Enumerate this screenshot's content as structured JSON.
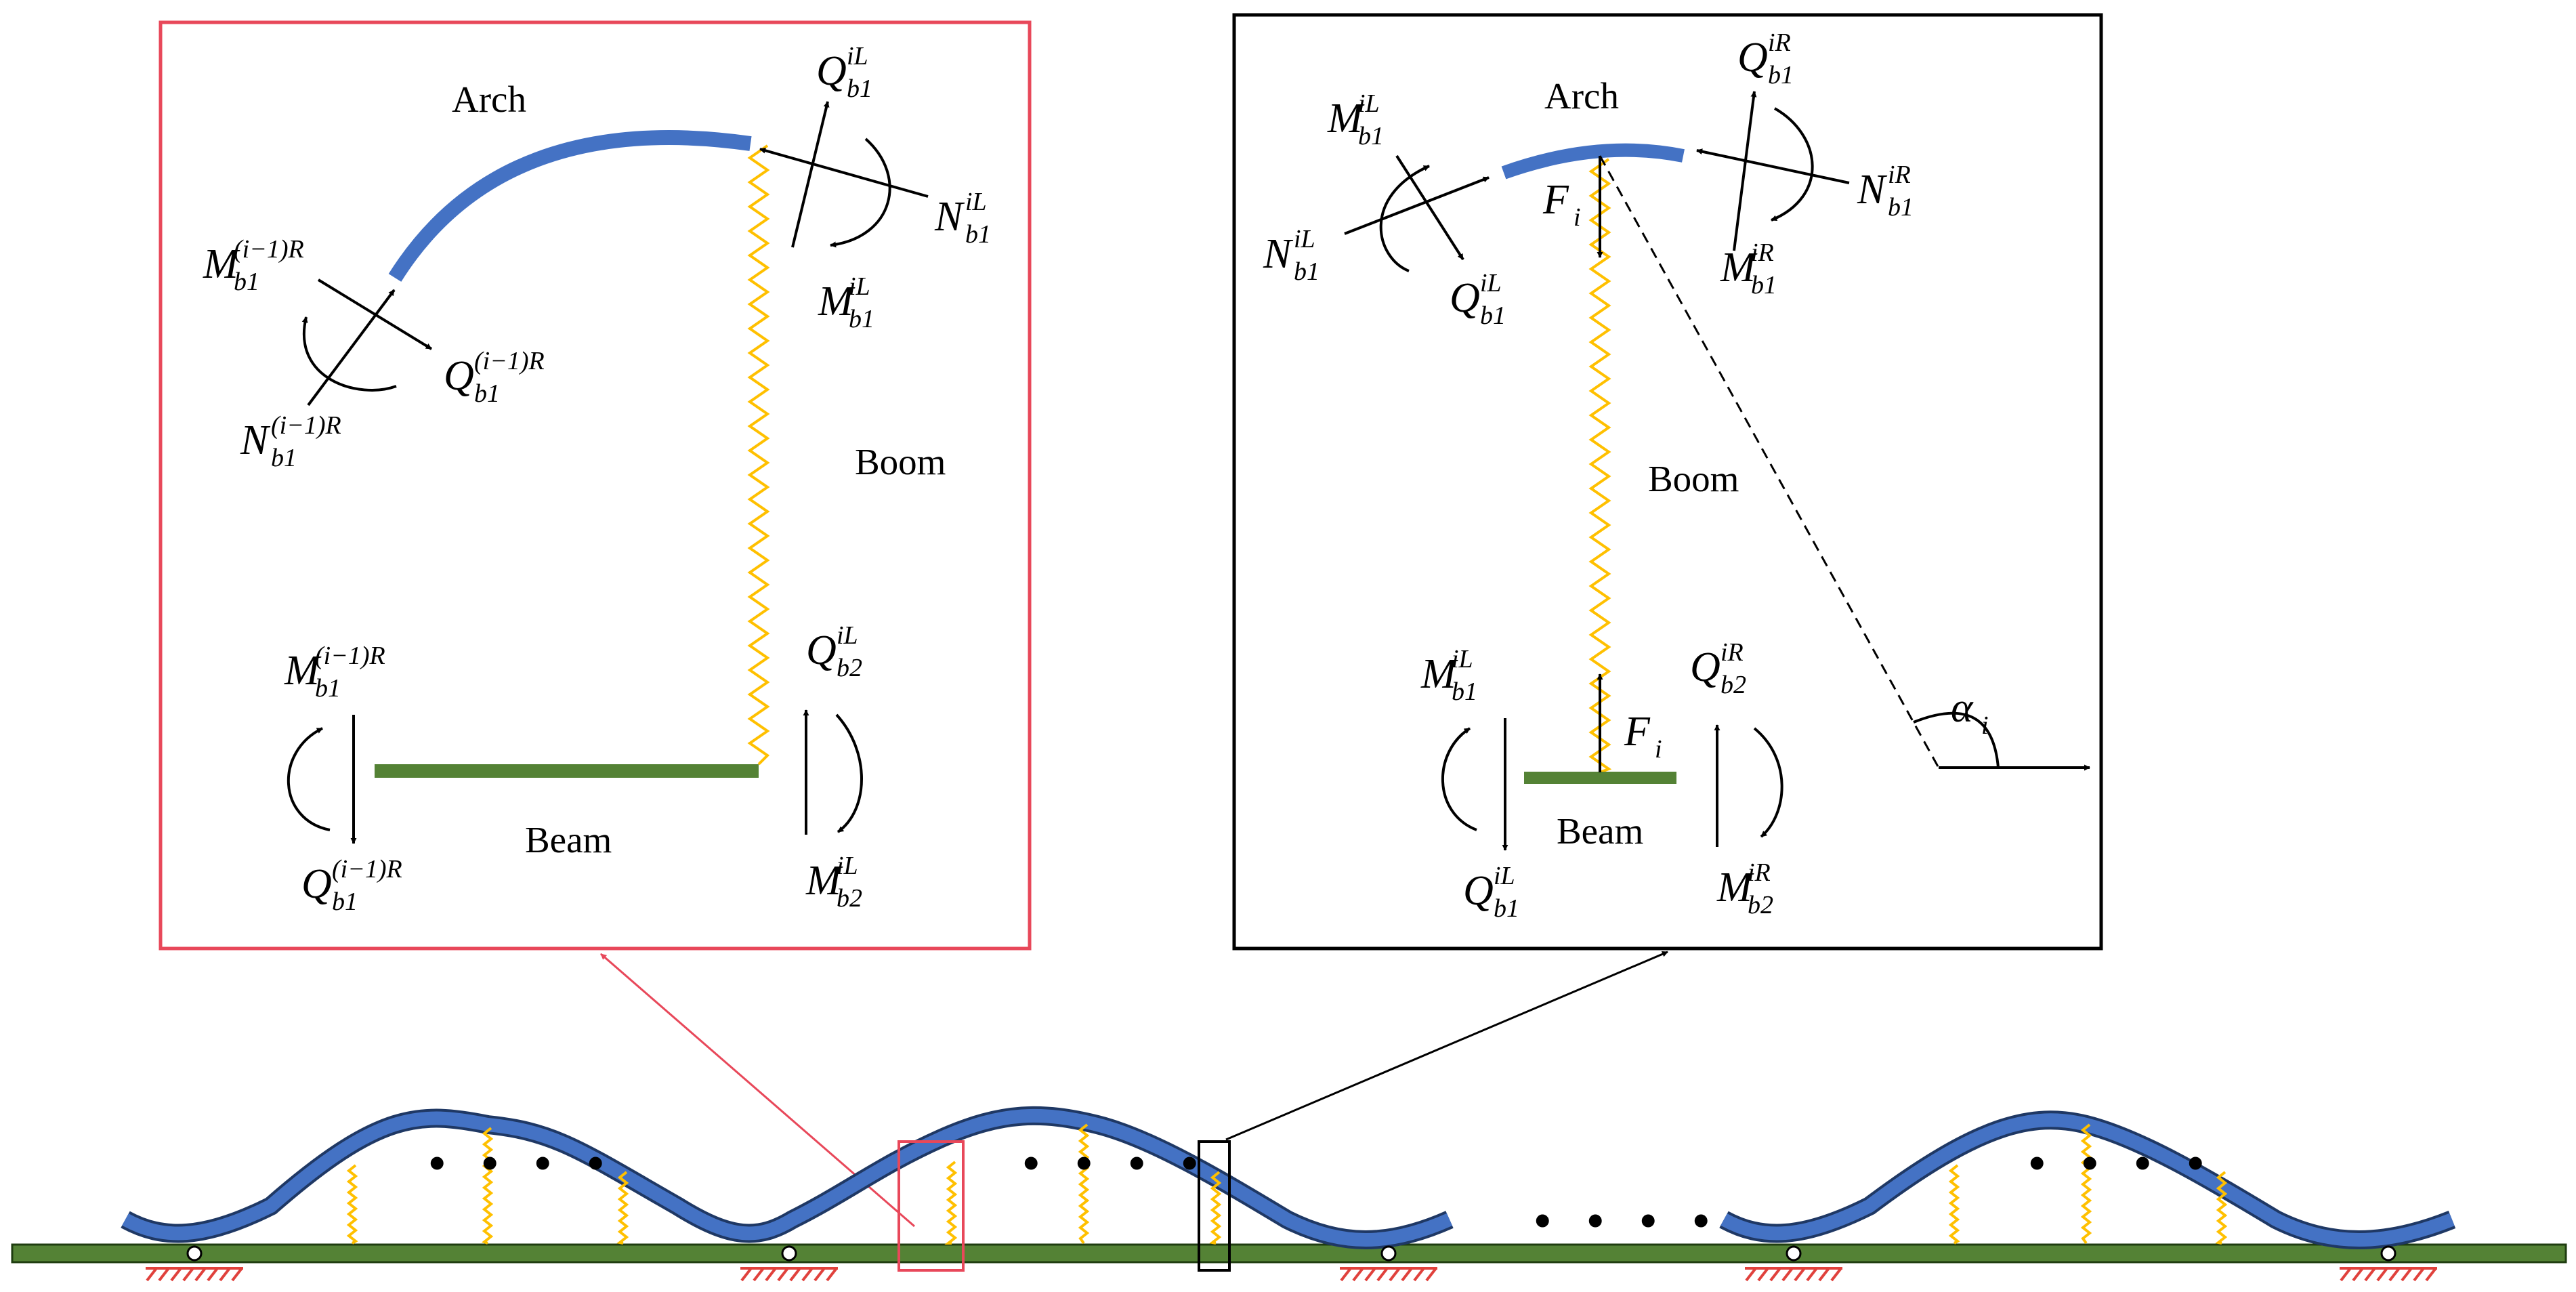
{
  "colors": {
    "arch": "#4472c4",
    "arch_outline": "#1f3864",
    "beam": "#548235",
    "boom": "#ffc000",
    "red_frame": "#e8485a",
    "support_hatch": "#e0413c"
  },
  "left_panel": {
    "arch_label": "Arch",
    "boom_label": "Boom",
    "beam_label": "Beam",
    "forces": {
      "q_b1_iL": {
        "sym": "Q",
        "sub": "b1",
        "sup": "iL"
      },
      "n_b1_iL": {
        "sym": "N",
        "sub": "b1",
        "sup": "iL"
      },
      "m_b1_iL": {
        "sym": "M",
        "sub": "b1",
        "sup": "iL"
      },
      "m_b1_im1R": {
        "sym": "M",
        "sub": "b1",
        "sup": "(i−1)R"
      },
      "q_b1_im1R": {
        "sym": "Q",
        "sub": "b1",
        "sup": "(i−1)R"
      },
      "n_b1_im1R": {
        "sym": "N",
        "sub": "b1",
        "sup": "(i−1)R"
      },
      "m_b1_im1R_beam": {
        "sym": "M",
        "sub": "b1",
        "sup": "(i−1)R"
      },
      "q_b1_im1R_beam": {
        "sym": "Q",
        "sub": "b1",
        "sup": "(i−1)R"
      },
      "q_b2_iL": {
        "sym": "Q",
        "sub": "b2",
        "sup": "iL"
      },
      "m_b2_iL": {
        "sym": "M",
        "sub": "b2",
        "sup": "iL"
      }
    }
  },
  "right_panel": {
    "arch_label": "Arch",
    "boom_label": "Boom",
    "beam_label": "Beam",
    "forces": {
      "m_b1_iL": {
        "sym": "M",
        "sub": "b1",
        "sup": "iL"
      },
      "n_b1_iL": {
        "sym": "N",
        "sub": "b1",
        "sup": "iL"
      },
      "q_b1_iL": {
        "sym": "Q",
        "sub": "b1",
        "sup": "iL"
      },
      "f_i_top": {
        "sym": "F",
        "sub": "i",
        "sup": ""
      },
      "q_b1_iR": {
        "sym": "Q",
        "sub": "b1",
        "sup": "iR"
      },
      "n_b1_iR": {
        "sym": "N",
        "sub": "b1",
        "sup": "iR"
      },
      "m_b1_iR": {
        "sym": "M",
        "sub": "b1",
        "sup": "iR"
      },
      "f_i_bottom": {
        "sym": "F",
        "sub": "i",
        "sup": ""
      },
      "m_b1_iL_beam": {
        "sym": "M",
        "sub": "b1",
        "sup": "iL"
      },
      "q_b1_iL_beam": {
        "sym": "Q",
        "sub": "b1",
        "sup": "iL"
      },
      "q_b2_iR": {
        "sym": "Q",
        "sub": "b2",
        "sup": "iR"
      },
      "m_b2_iR": {
        "sym": "M",
        "sub": "b2",
        "sup": "iR"
      },
      "alpha_i": {
        "sym": "α",
        "sub": "i",
        "sup": ""
      }
    }
  },
  "bottom_structure": {
    "ellipsis": "• • • •"
  }
}
